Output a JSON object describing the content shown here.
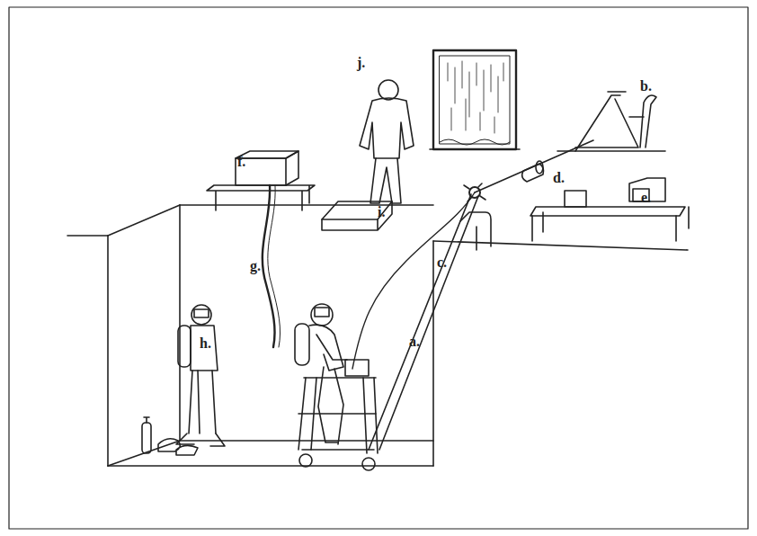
{
  "diagram": {
    "labels": [
      "j.",
      "b.",
      "f.",
      "d.",
      "e.",
      "i.",
      "g.",
      "c.",
      "h.",
      "a."
    ]
  }
}
